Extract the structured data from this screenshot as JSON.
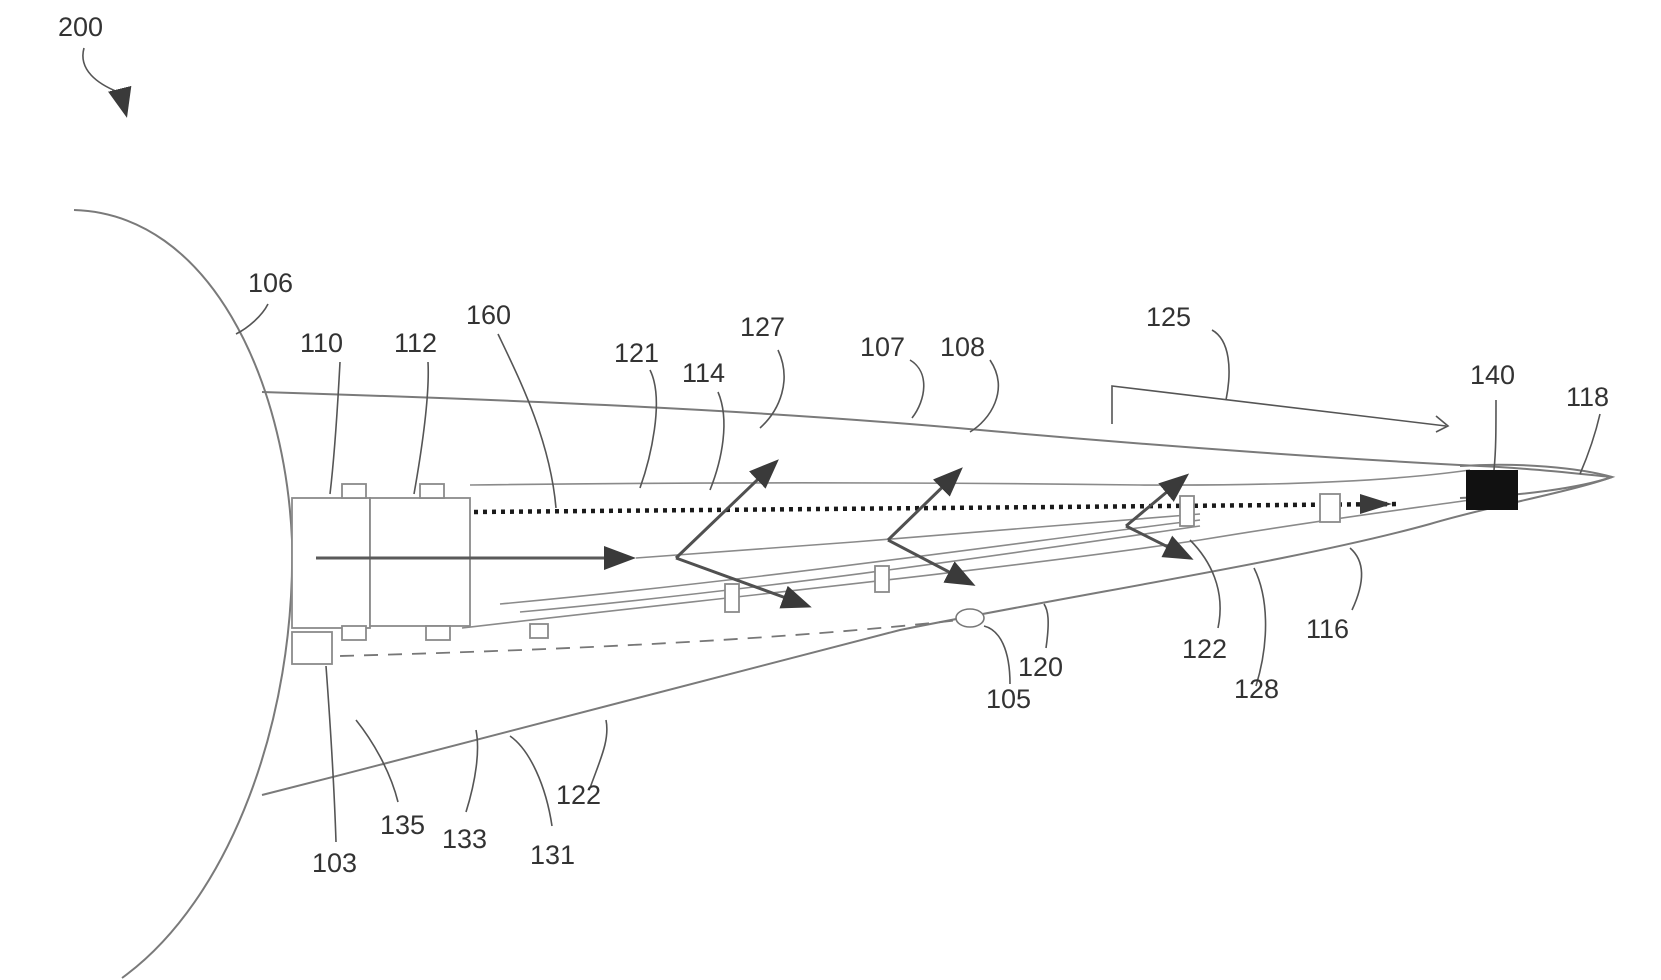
{
  "figure": {
    "number_label": "200",
    "labels": {
      "l106": "106",
      "l110": "110",
      "l112": "112",
      "l160": "160",
      "l121": "121",
      "l114": "114",
      "l127": "127",
      "l107": "107",
      "l108": "108",
      "l125": "125",
      "l140": "140",
      "l118": "118",
      "l116": "116",
      "l122a": "122",
      "l128": "128",
      "l120": "120",
      "l105": "105",
      "l122b": "122",
      "l135": "135",
      "l133": "133",
      "l131": "131",
      "l103": "103"
    }
  }
}
